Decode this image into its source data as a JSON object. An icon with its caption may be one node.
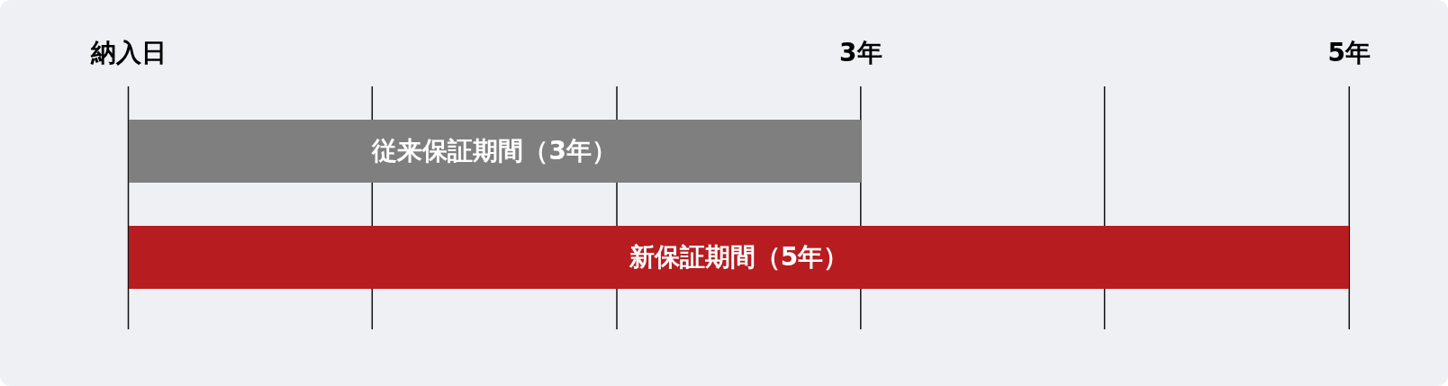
{
  "diagram": {
    "nodes": [
      {
        "text": [
          "従来保証期間（3年）"
        ]
      },
      {
        "text": [
          "新保証期間（5年）"
        ]
      }
    ],
    "edges": [],
    "labels": [
      "納入日",
      "3年",
      "5年"
    ]
  }
}
